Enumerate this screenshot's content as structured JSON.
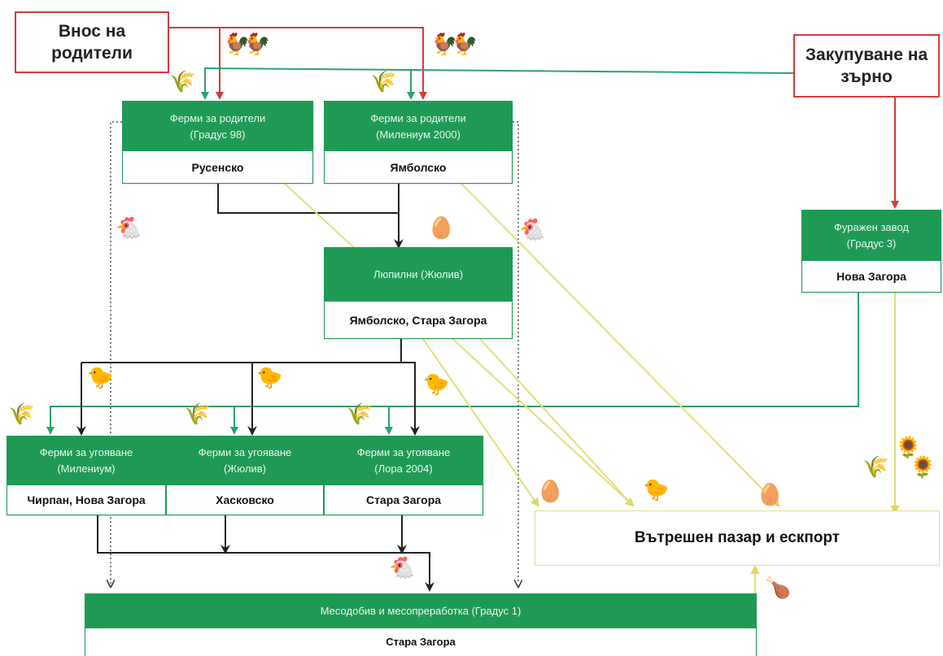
{
  "sources": {
    "import_parents": "Внос на родители",
    "grain_purchase": "Закупуване на зърно"
  },
  "parent_farms": [
    {
      "title": "Ферми за родители",
      "sub": "(Градус 98)",
      "location": "Русенско"
    },
    {
      "title": "Ферми за родители",
      "sub": "(Милениум 2000)",
      "location": "Ямболско"
    }
  ],
  "hatchery": {
    "title": "Люпилни (Жюлив)",
    "location": "Ямболско, Стара Загора"
  },
  "feed_mill": {
    "title": "Фуражен завод",
    "sub": "(Градус 3)",
    "location": "Нова Загора"
  },
  "fattening_farms": [
    {
      "title": "Ферми за угояване",
      "sub": "(Милениум)",
      "location": "Чирпан, Нова Загора"
    },
    {
      "title": "Ферми за угояване",
      "sub": "(Жюлив)",
      "location": "Хасковско"
    },
    {
      "title": "Ферми за угояване",
      "sub": "(Лора 2004)",
      "location": "Стара Загора"
    }
  ],
  "market": {
    "label": "Вътрешен пазар и ескпорт"
  },
  "processing": {
    "title": "Месодобив и месопреработка (Градус 1)",
    "location": "Стара Загора"
  },
  "colors": {
    "red": "#d23b3b",
    "green": "#1f9a55",
    "teal": "#2ca36b",
    "black": "#222222",
    "yellow": "#e2e07a"
  },
  "icons": {
    "rooster_pair": "🐓",
    "hen": "🐔",
    "chick": "🐤",
    "egg": "🥚",
    "grain_sack": "🌾",
    "sunflower": "🌻",
    "wheat": "🌾",
    "chicken_meat": "🍗"
  }
}
